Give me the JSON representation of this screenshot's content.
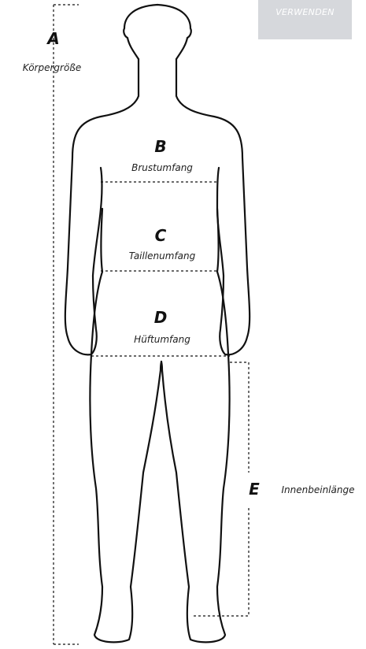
{
  "header": {
    "tag_label": "VERWENDEN"
  },
  "measurements": {
    "A": {
      "letter": "A",
      "label": "Körpergröße"
    },
    "B": {
      "letter": "B",
      "label": "Brustumfang"
    },
    "C": {
      "letter": "C",
      "label": "Taillenumfang"
    },
    "D": {
      "letter": "D",
      "label": "Hüftumfang"
    },
    "E": {
      "letter": "E",
      "label": "Innenbeinlänge"
    }
  }
}
